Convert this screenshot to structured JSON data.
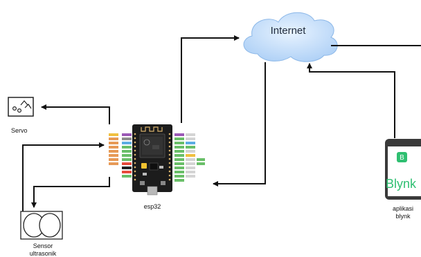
{
  "nodes": {
    "internet": {
      "label": "Internet"
    },
    "servo": {
      "label": "Servo"
    },
    "esp32": {
      "label": "esp32"
    },
    "sensor": {
      "label_line1": "Sensor",
      "label_line2": "ultrasonik"
    },
    "app": {
      "label_line1": "aplikasi",
      "label_line2": "blynk",
      "logo_text": "Blynk",
      "logo_letter": "B"
    }
  },
  "colors": {
    "arrow": "#111111",
    "cloud_fill": "#cfe4fb",
    "blynk_green": "#2fbf71",
    "board": "#1c1c1c"
  },
  "icons": [
    "servo-icon",
    "esp32-board-icon",
    "ultrasonic-sensor-icon",
    "smartphone-icon",
    "internet-cloud-icon"
  ]
}
